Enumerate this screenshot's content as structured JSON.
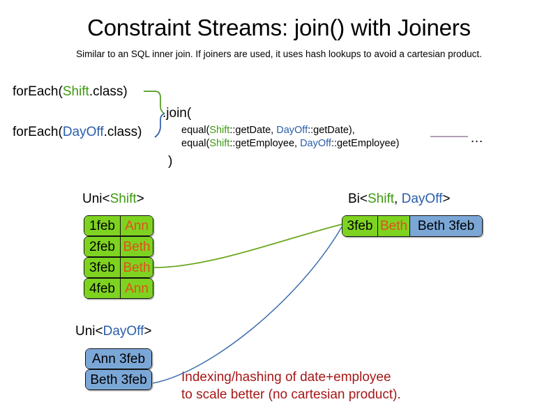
{
  "header": {
    "title": "Constraint Streams: join() with Joiners",
    "subtitle": "Similar to an SQL inner join. If joiners are used, it uses hash lookups to avoid a cartesian product."
  },
  "code": {
    "foreach_shift": {
      "prefix": "forEach(",
      "type": "Shift",
      "suffix": ".class)"
    },
    "foreach_dayoff": {
      "prefix": "forEach(",
      "type": "DayOff",
      "suffix": ".class)"
    },
    "join_open": ".join(",
    "join_close": ")",
    "args": [
      {
        "fn_open": "equal(",
        "left_type": "Shift",
        "left_method": "::getDate, ",
        "right_type": "DayOff",
        "right_method": "::getDate),"
      },
      {
        "fn_open": "equal(",
        "left_type": "Shift",
        "left_method": "::getEmployee, ",
        "right_type": "DayOff",
        "right_method": "::getEmployee)"
      }
    ],
    "ellipsis": "…"
  },
  "captions": {
    "uni_shift": {
      "prefix": "Uni<",
      "type": "Shift",
      "suffix": ">"
    },
    "uni_dayoff": {
      "prefix": "Uni<",
      "type": "DayOff",
      "suffix": ">"
    },
    "bi": {
      "prefix": "Bi<",
      "type_a": "Shift",
      "separator": ", ",
      "type_b": "DayOff",
      "suffix": ">"
    }
  },
  "shift_stream": {
    "facts": [
      {
        "date": "1feb",
        "employee": "Ann"
      },
      {
        "date": "2feb",
        "employee": "Beth"
      },
      {
        "date": "3feb",
        "employee": "Beth"
      },
      {
        "date": "4feb",
        "employee": "Ann"
      }
    ]
  },
  "dayoff_stream": {
    "facts": [
      {
        "pair": "Ann 3feb"
      },
      {
        "pair": "Beth 3feb"
      }
    ]
  },
  "bi_stream": {
    "tuple": {
      "date": "3feb",
      "employee": "Beth",
      "pair": "Beth 3feb"
    }
  },
  "annotation": {
    "line1": "Indexing/hashing of date+employee",
    "line2": "to scale better (no cartesian product)."
  },
  "colors": {
    "shift_green": "#7ed320",
    "dayoff_blue": "#7ba7d7",
    "employee_orange": "#e0501b",
    "shift_token_green": "#3d9a0f",
    "dayoff_token_blue": "#2a5daa",
    "annotation_red": "#a61717",
    "ellipsis_line_purple": "#9b7fa0"
  }
}
